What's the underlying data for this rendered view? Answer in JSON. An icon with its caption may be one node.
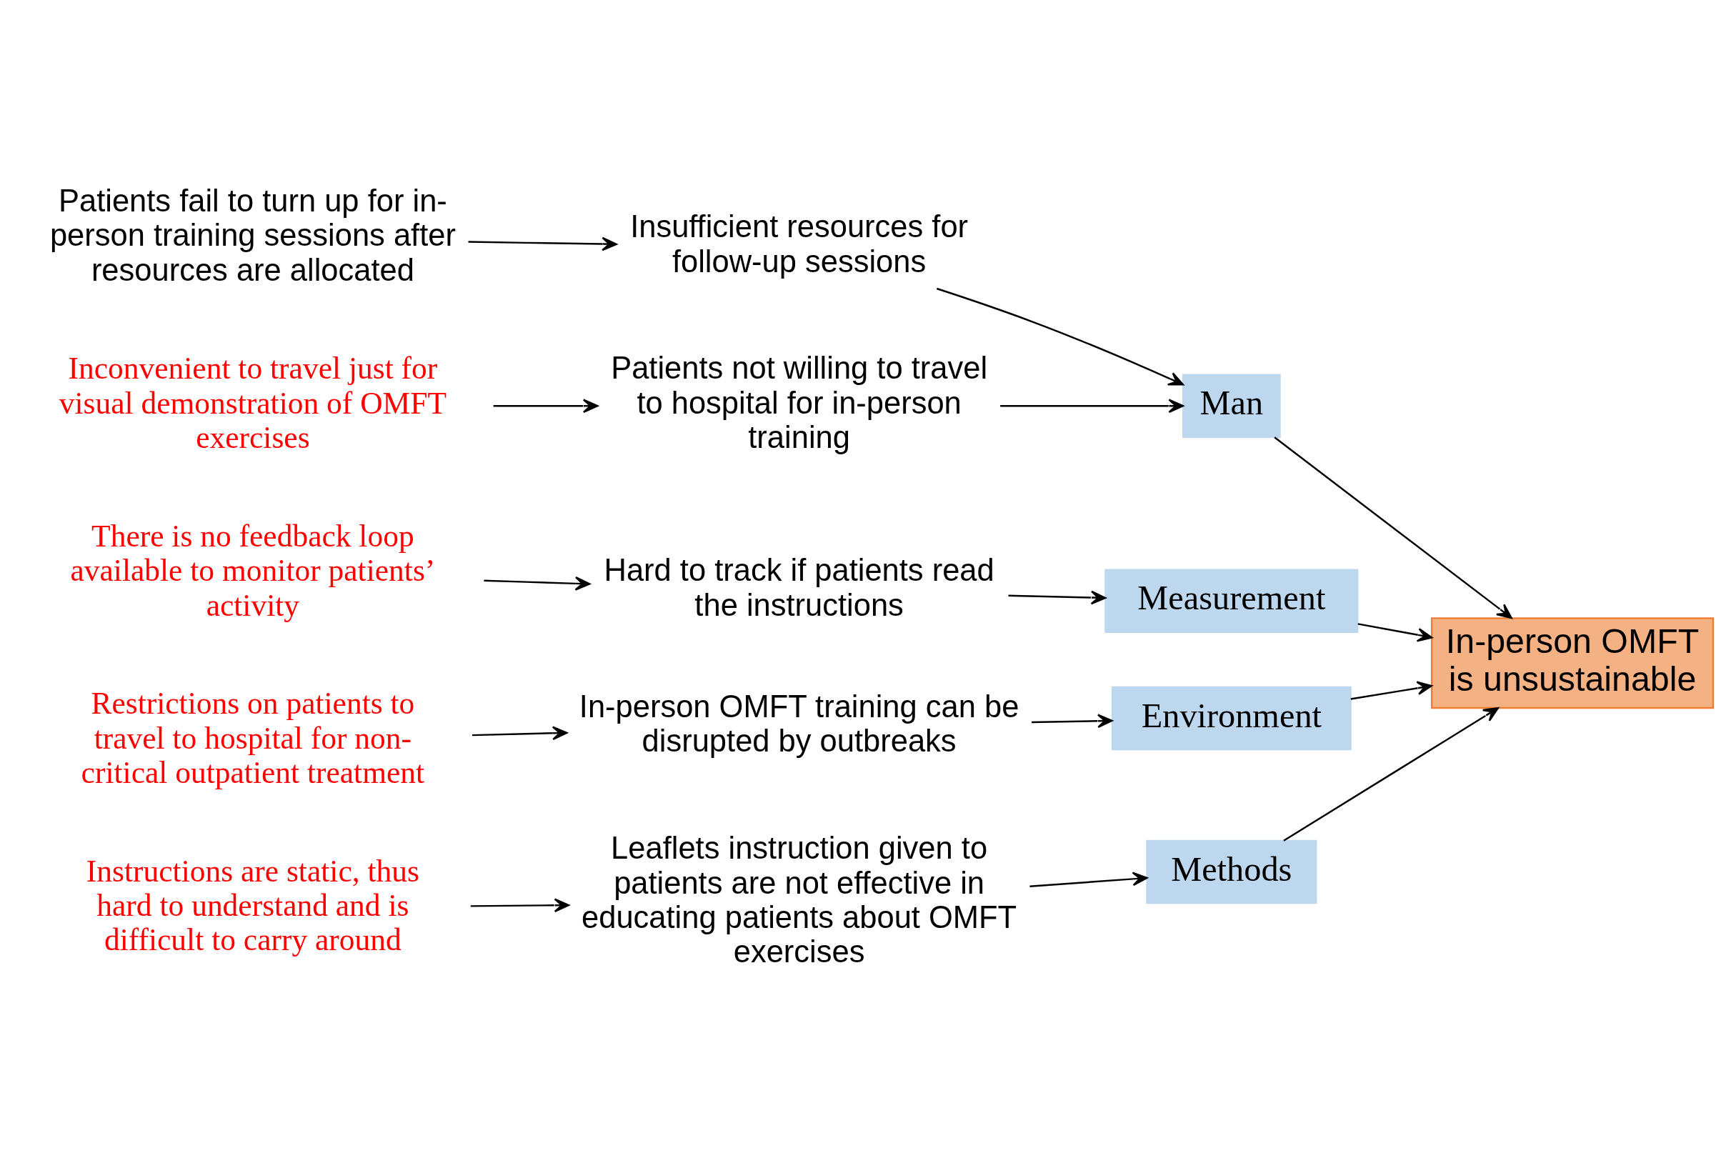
{
  "diagram": {
    "nodes": [
      {
        "text": [
          "Methods"
        ]
      },
      {
        "text": [
          "Man"
        ]
      },
      {
        "text": [
          "Measurement"
        ]
      },
      {
        "text": [
          "Environment"
        ]
      },
      {
        "text": [
          "In-person OMFT is unsustainable"
        ]
      },
      {
        "text": [
          "Leaflets instruction given to patients are not effective in educating patients about OMFT exercises"
        ]
      },
      {
        "text": [
          "Instructions are static, thus hard to understand and is difficult to carry around"
        ]
      },
      {
        "text": [
          "Insufficient resources for follow-up sessions"
        ]
      },
      {
        "text": [
          "Patients not willing to travel to hospital for in-person training"
        ]
      },
      {
        "text": [
          "Inconvenient to travel just for visual demonstration of OMFT exercises"
        ]
      },
      {
        "text": [
          "Patients fail to turn up for in-person training sessions after resources are allocated"
        ]
      },
      {
        "text": [
          "Hard to track if patients read the instructions"
        ]
      },
      {
        "text": [
          "There is no feedback loop available to monitor patients’ activity"
        ]
      },
      {
        "text": [
          "In-person OMFT training can be disrupted by outbreaks"
        ]
      },
      {
        "text": [
          "Restrictions on patients to travel to hospital for non-critical outpatient treatment"
        ]
      }
    ],
    "edges": [
      {
        "from": 0,
        "to": 4,
        "arrow": "to"
      },
      {
        "from": 1,
        "to": 4,
        "arrow": "to"
      },
      {
        "from": 2,
        "to": 4,
        "arrow": "to"
      },
      {
        "from": 3,
        "to": 4,
        "arrow": "to"
      },
      {
        "from": 5,
        "to": 0,
        "arrow": "to"
      },
      {
        "from": 6,
        "to": 5,
        "arrow": "to"
      },
      {
        "from": 7,
        "to": 1,
        "arrow": "to"
      },
      {
        "from": 8,
        "to": 1,
        "arrow": "to"
      },
      {
        "from": 9,
        "to": 8,
        "arrow": "to"
      },
      {
        "from": 10,
        "to": 7,
        "arrow": "to"
      },
      {
        "from": 11,
        "to": 2,
        "arrow": "to"
      },
      {
        "from": 12,
        "to": 11,
        "arrow": "to"
      },
      {
        "from": 13,
        "to": 3,
        "arrow": "to"
      },
      {
        "from": 14,
        "to": 13,
        "arrow": "to"
      }
    ]
  }
}
